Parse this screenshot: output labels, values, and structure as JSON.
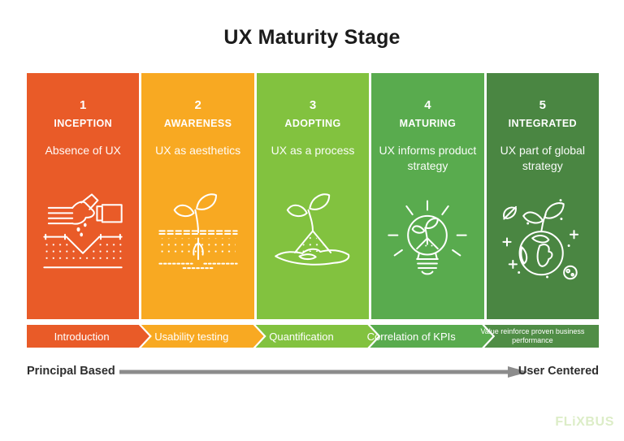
{
  "title": "UX Maturity Stage",
  "colors": {
    "background": "#FFFFFF",
    "title_text": "#1B1B1B",
    "stage_text": "#FFFFFF",
    "icon_stroke": "#FFFFFF",
    "axis_text": "#2E2E2E",
    "axis_arrow": "#8C8C8C",
    "logo_green": "#DCEDC7"
  },
  "stages": [
    {
      "number": "1",
      "name": "INCEPTION",
      "description": "Absence of UX",
      "banner": "Introduction",
      "color": "#E95B28",
      "banner_color": "#E95B28",
      "icon": "hand-sowing-seeds-icon"
    },
    {
      "number": "2",
      "name": "AWARENESS",
      "description": "UX as aesthetics",
      "banner": "Usability testing",
      "color": "#F8A922",
      "banner_color": "#F8A922",
      "icon": "sprout-with-roots-icon"
    },
    {
      "number": "3",
      "name": "ADOPTING",
      "description": "UX as a process",
      "banner": "Quantification",
      "color": "#82C23F",
      "banner_color": "#82C23F",
      "icon": "sprout-in-hand-icon"
    },
    {
      "number": "4",
      "name": "MATURING",
      "description": "UX informs product strategy",
      "banner": "Correlation of KPIs",
      "color": "#59AB4E",
      "banner_color": "#59AB4E",
      "icon": "lightbulb-sprout-icon"
    },
    {
      "number": "5",
      "name": "INTEGRATED",
      "description": "UX part of global strategy",
      "banner": "Value reinforce proven business performance",
      "color": "#4A8642",
      "banner_color": "#508D46",
      "icon": "globe-sprout-icon"
    }
  ],
  "axis": {
    "left_label": "Principal Based",
    "right_label": "User Centered"
  },
  "logo": {
    "text": "FLiXBUS"
  }
}
